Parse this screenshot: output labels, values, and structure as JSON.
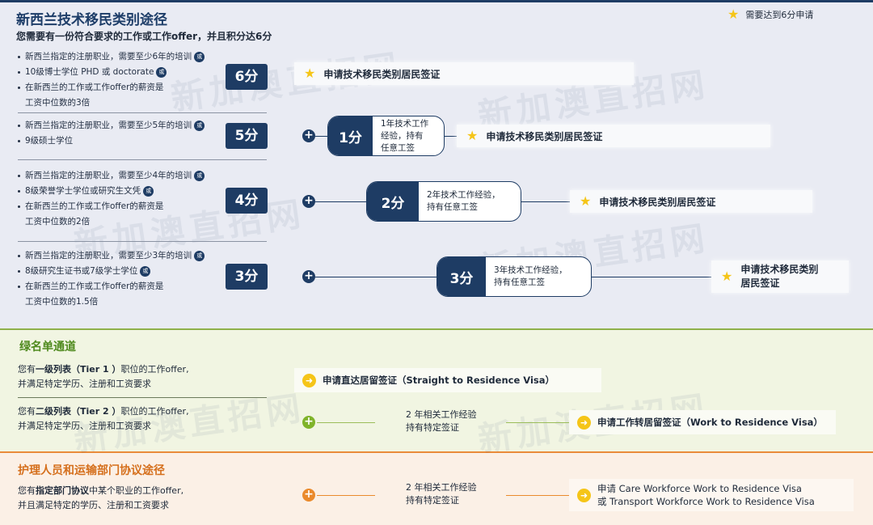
{
  "points": {
    "title": "新西兰技术移民类别途径",
    "subtitle": "您需要有一份符合要求的工作或工作offer，并且积分达6分",
    "legend": "需要达到6分申请",
    "or_badge": "或",
    "rows": [
      {
        "bullets": [
          "新西兰指定的注册职业，需要至少6年的培训",
          "10级博士学位 PHD 或 doctorate",
          "在新西兰的工作或工作offer的薪资是"
        ],
        "cont": "工资中位数的3倍",
        "score": "6分",
        "result": "申请技术移民类别居民签证"
      },
      {
        "bullets": [
          "新西兰指定的注册职业，需要至少5年的培训",
          "9级硕士学位"
        ],
        "score": "5分",
        "extra_score": "1分",
        "extra_text": [
          "1年技术工作",
          "经验，持有",
          "任意工签"
        ],
        "result": "申请技术移民类别居民签证"
      },
      {
        "bullets": [
          "新西兰指定的注册职业，需要至少4年的培训",
          "8级荣誉学士学位或研究生文凭",
          "在新西兰的工作或工作offer的薪资是"
        ],
        "cont": "工资中位数的2倍",
        "score": "4分",
        "extra_score": "2分",
        "extra_text": [
          "2年技术工作经验，",
          "持有任意工签"
        ],
        "result": "申请技术移民类别居民签证"
      },
      {
        "bullets": [
          "新西兰指定的注册职业，需要至少3年的培训",
          "8级研究生证书或7级学士学位",
          "在新西兰的工作或工作offer的薪资是"
        ],
        "cont": "工资中位数的1.5倍",
        "score": "3分",
        "extra_score": "3分",
        "extra_text": [
          "3年技术工作经验，",
          "持有任意工签"
        ],
        "result_lines": [
          "申请技术移民类别",
          "居民签证"
        ]
      }
    ]
  },
  "greenlist": {
    "title": "绿名单通道",
    "tier1": {
      "pre": "您有",
      "bold": "一级列表（Tier 1 ）",
      "post": "职位的工作offer,",
      "line2": "并满足特定学历、注册和工资要求",
      "result": "申请直达居留签证（Straight to Residence Visa）"
    },
    "tier2": {
      "pre": "您有",
      "bold": "二级列表（Tier 2 ）",
      "post": "职位的工作offer,",
      "line2": "并满足特定学历、注册和工资要求",
      "mid1": "2 年相关工作经验",
      "mid2": "持有特定签证",
      "result": "申请工作转居留签证（Work to Residence Visa）"
    }
  },
  "sector": {
    "title": "护理人员和运输部门协议途径",
    "pre": "您有",
    "bold": "指定部门协议",
    "post": "中某个职业的工作offer,",
    "line2": "并且满足特定的学历、注册和工资要求",
    "mid1": "2 年相关工作经验",
    "mid2": "持有特定签证",
    "result1": "申请 Care Workforce Work to Residence Visa",
    "result2": "或 Transport Workforce Work to Residence Visa"
  },
  "watermark": "新加澳直招网",
  "colors": {
    "navy": "#1e3c64",
    "green": "#7fb32a",
    "orange": "#ea8a2c",
    "star": "#f5c518"
  },
  "icons": {
    "star": "star-icon",
    "plus": "plus-icon",
    "arrow": "arrow-right-icon"
  }
}
